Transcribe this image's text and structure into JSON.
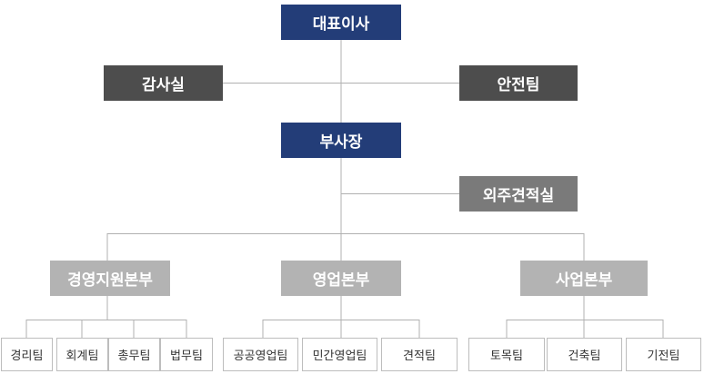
{
  "ceo": "대표이사",
  "audit": "감사실",
  "safety": "안전팀",
  "vice_president": "부사장",
  "estimation": "외주견적실",
  "divisions": [
    {
      "name": "경영지원본부",
      "teams": [
        "경리팀",
        "회계팀",
        "총무팀",
        "법무팀"
      ]
    },
    {
      "name": "영업본부",
      "teams": [
        "공공영업팀",
        "민간영업팀",
        "견적팀"
      ]
    },
    {
      "name": "사업본부",
      "teams": [
        "토목팀",
        "건축팀",
        "기전팀"
      ]
    }
  ],
  "colors": {
    "executive": "#233d78",
    "staff_office": "#4d4d4d",
    "estimation_office": "#7a7a7a",
    "division": "#b3b3b3",
    "connector": "#b0b0b0"
  }
}
